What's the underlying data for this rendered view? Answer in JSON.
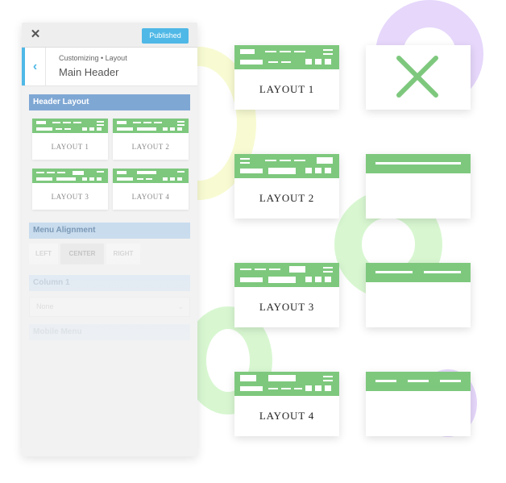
{
  "colors": {
    "green": "#7ec87e",
    "publish_blue": "#4fb8e6",
    "header_layout_bar": "#7fa7d4",
    "ring_yellow": "#f8fbd2",
    "ring_purple": "#e6d7fb",
    "ring_green": "#d8f7d1"
  },
  "panel": {
    "close_icon": "close-icon",
    "publish_label": "Published",
    "breadcrumb": "Customizing • Layout",
    "title": "Main Header",
    "back_icon": "chevron-left-icon"
  },
  "header_layout": {
    "label": "Header Layout",
    "cards": [
      {
        "label": "LAYOUT 1"
      },
      {
        "label": "LAYOUT 2"
      },
      {
        "label": "LAYOUT 3"
      },
      {
        "label": "LAYOUT 4"
      }
    ]
  },
  "menu_alignment": {
    "label": "Menu Alignment",
    "options": [
      "LEFT",
      "CENTER",
      "RIGHT"
    ],
    "selected": "CENTER"
  },
  "column": {
    "label": "Column 1",
    "value": "None"
  },
  "mobile_menu": {
    "label": "Mobile Menu"
  },
  "showcase": {
    "layouts": [
      {
        "label": "LAYOUT 1"
      },
      {
        "label": "LAYOUT 2"
      },
      {
        "label": "LAYOUT 3"
      },
      {
        "label": "LAYOUT 4"
      }
    ],
    "none_icon": "x-icon"
  }
}
